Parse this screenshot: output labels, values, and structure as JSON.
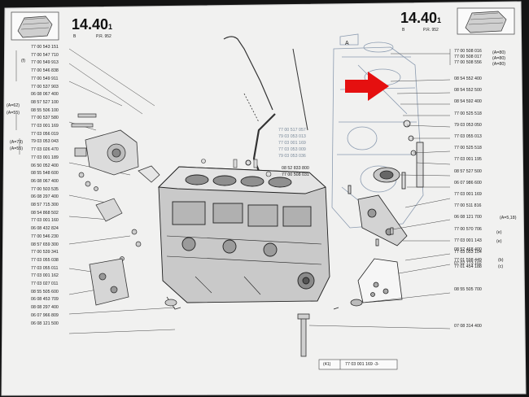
{
  "header_left": {
    "section": "14.40",
    "suffix": "1",
    "model_letter": "B",
    "ref": "P.R. 952"
  },
  "header_right": {
    "section": "14.40",
    "suffix": "1",
    "model_letter": "B",
    "ref": "P.R. 952"
  },
  "left_parts": [
    "77 00 543 151",
    "77 00 547 710",
    "77 00 549 913",
    "77 00 546 838",
    "77 00 549 911",
    "77 00 537 903",
    "06 08 067 400",
    "08 57 527 100",
    "08 55 506 100",
    "77 00 537 580",
    "77 03 001 169",
    "77 03 056 019",
    "79 03 053 043",
    "77 03 026 470",
    "77 03 001 189",
    "06 50 052 400",
    "08 55 548 600",
    "06 08 067 400",
    "77 00 503 535",
    "06 08 297 400",
    "08 57 715 300",
    "08 54 868 502",
    "77 03 001 160",
    "06 08 432 824",
    "77 00 546 230",
    "08 57 659 300",
    "77 00 539 341",
    "77 03 055 038",
    "77 03 055 011",
    "77 03 001 162",
    "77 03 027 011",
    "08 55 505 600",
    "06 08 453 709",
    "08 08 297 400",
    "06 07 966 809",
    "06 08 121 500"
  ],
  "left_prefixes": {
    "f": "(f)",
    "a1": "(A=62)",
    "a2": "(A=55)",
    "a3": "(A=73)",
    "a4": "(A=55)"
  },
  "center_parts": [
    "77 00 517 057",
    "79 03 053 013",
    "77 03 001 169",
    "77 03 053 009",
    "79 03 053 036",
    "08 52 833 800",
    "77 00 508 031"
  ],
  "right_parts": [
    "77 00 508 016",
    "77 00 508 017",
    "77 00 508 556",
    "08 54 552 400",
    "08 54 552 500",
    "08 54 592 400",
    "77 00 525 518",
    "79 03 053 050",
    "77 03 055 013",
    "77 00 525 518",
    "77 03 001 195",
    "08 57 527 500",
    "06 07 986 600",
    "77 03 001 169",
    "77 00 511 816",
    "06 08 121 700",
    "77 00 570 706",
    "77 03 001 143",
    "77 03 053 104",
    "07 02 773 102",
    "08 52 468 400",
    "77 01 598 449",
    "77 01 454 188",
    "08 55 505 700",
    "07 08 314 400"
  ],
  "right_suffixes": {
    "alez1": "(A=80)",
    "alez2": "(A=80)",
    "alez3": "(A=80)",
    "e1": "(e)",
    "e2": "(e)",
    "b": "(b)",
    "c": "(c)"
  },
  "bottom_ref": {
    "index": "(41)",
    "code": "77 03 001 169 -3-"
  },
  "annotations": {
    "A": "A",
    "ref_note": "(A=5,18)"
  },
  "colors": {
    "paper": "#f2f2f2",
    "ink": "#222222",
    "arrow": "#e51010",
    "backdrop": "#111111"
  }
}
